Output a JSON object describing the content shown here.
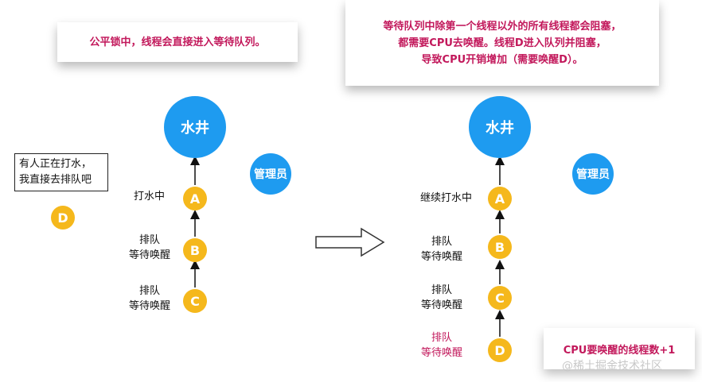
{
  "left": {
    "note": "公平锁中，线程会直接进入等待队列。",
    "well_label": "水井",
    "admin_label": "管理员",
    "speech_lines": [
      "有人正在打水，",
      "我直接去排队吧"
    ],
    "threads": [
      {
        "letter": "A",
        "label_lines": [
          "打水中"
        ]
      },
      {
        "letter": "B",
        "label_lines": [
          "排队",
          "等待唤醒"
        ]
      },
      {
        "letter": "C",
        "label_lines": [
          "排队",
          "等待唤醒"
        ]
      }
    ],
    "newcomer": "D"
  },
  "right": {
    "note_lines": [
      "等待队列中除第一个线程以外的所有线程都会阻塞，",
      "都需要CPU去唤醒。线程D进入队列并阻塞，",
      "导致CPU开销增加（需要唤醒D）。"
    ],
    "well_label": "水井",
    "admin_label": "管理员",
    "threads": [
      {
        "letter": "A",
        "label_lines": [
          "继续打水中"
        ]
      },
      {
        "letter": "B",
        "label_lines": [
          "排队",
          "等待唤醒"
        ]
      },
      {
        "letter": "C",
        "label_lines": [
          "排队",
          "等待唤醒"
        ]
      },
      {
        "letter": "D",
        "label_lines": [
          "排队",
          "等待唤醒"
        ],
        "highlight": true
      }
    ],
    "cpu_note": "CPU要唤醒的线程数+1"
  },
  "colors": {
    "well": "#1e9bf0",
    "thread": "#f5b81c",
    "note_text": "#c2185b"
  },
  "watermark": "@稀土掘金技术社区"
}
